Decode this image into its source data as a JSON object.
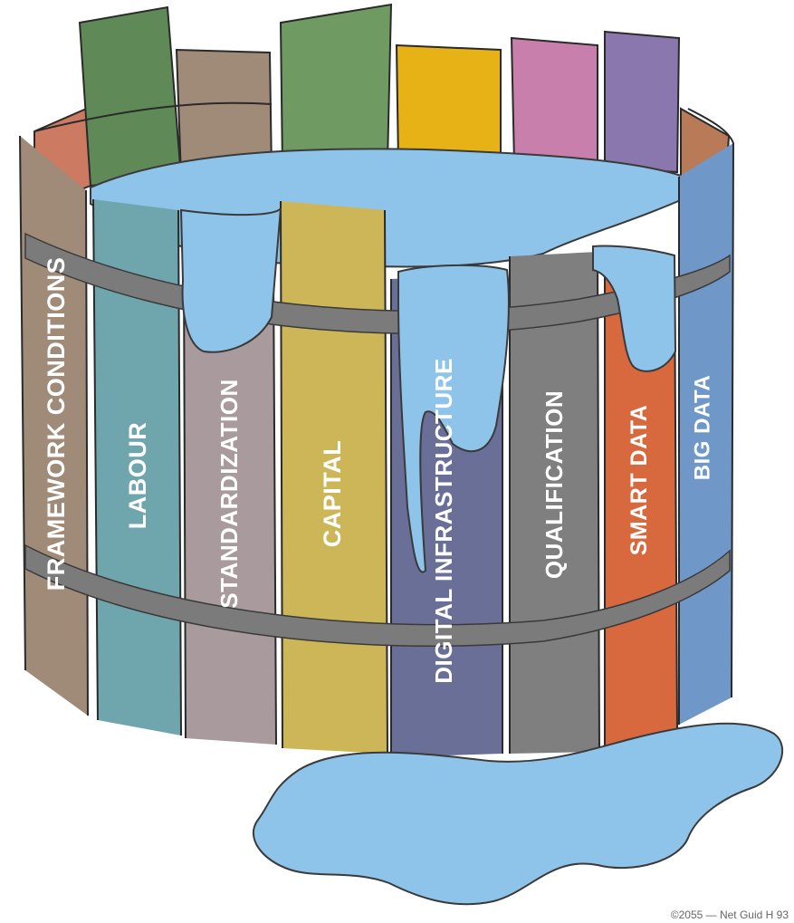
{
  "diagram": {
    "kind": "leaky barrel",
    "staves": [
      {
        "label": "FRAMEWORK CONDITIONS",
        "color": "#a08a78"
      },
      {
        "label": "LABOUR",
        "color": "#6fa6ad"
      },
      {
        "label": "STANDARDIZATION",
        "color": "#a89a9d"
      },
      {
        "label": "CAPITAL",
        "color": "#cdb657"
      },
      {
        "label": "DIGITAL INFRASTRUCTURE",
        "color": "#6a6f98"
      },
      {
        "label": "QUALIFICATION",
        "color": "#7f7f7f"
      },
      {
        "label": "SMART DATA",
        "color": "#d8693f"
      },
      {
        "label": "BIG DATA",
        "color": "#6f98c9"
      }
    ],
    "back_staves": [
      {
        "color": "#cd7a63"
      },
      {
        "color": "#5f8a57"
      },
      {
        "color": "#a08a78"
      },
      {
        "color": "#6f9a62"
      },
      {
        "color": "#e7b215"
      },
      {
        "color": "#c97fab"
      },
      {
        "color": "#8a77ae"
      },
      {
        "color": "#b97a58"
      }
    ],
    "water_color": "#8ec4ea",
    "hoop_color": "#7b7b7b",
    "credit": "©2055 — Net Guid H 93"
  }
}
